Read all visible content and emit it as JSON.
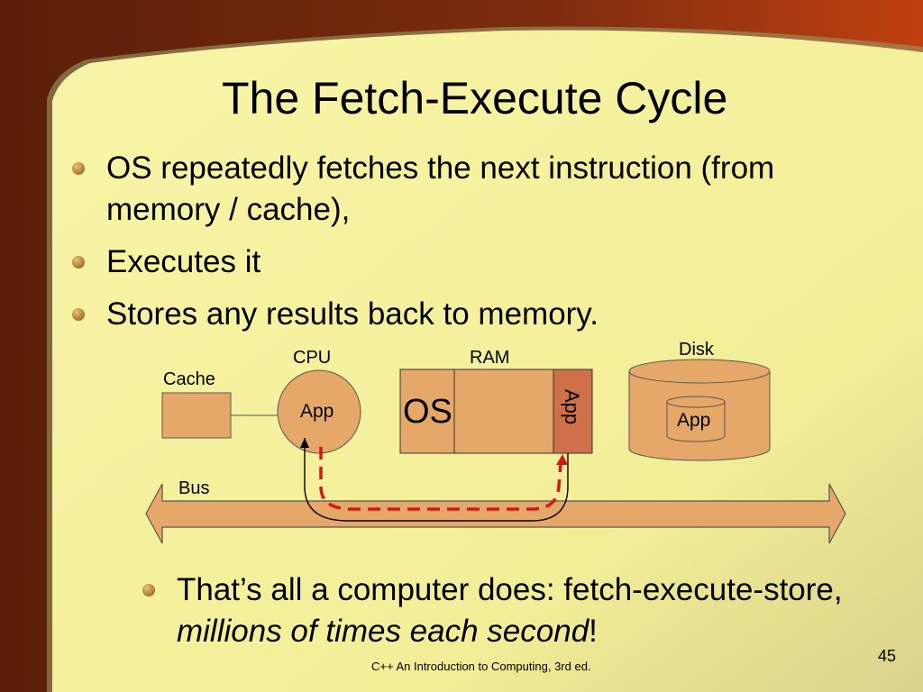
{
  "slide": {
    "title": "The Fetch-Execute Cycle",
    "bullets": [
      "OS repeatedly fetches the next instruction (from memory / cache),",
      "Executes it",
      "Stores any results back to memory."
    ],
    "bottom_bullet": {
      "text_start": "That’s all a computer does: fetch-execute-store, ",
      "text_italic": "millions of times each second",
      "text_end": "!"
    },
    "footer": "C++ An Introduction to Computing, 3rd ed.",
    "page_number": "45"
  },
  "diagram": {
    "cpu_label": "CPU",
    "cpu_content": "App",
    "cache_label": "Cache",
    "ram_label": "RAM",
    "ram_os": "OS",
    "ram_app": "App",
    "disk_label": "Disk",
    "disk_app": "App",
    "bus_label": "Bus"
  },
  "colors": {
    "slide_fill": "#f5f2a0",
    "frame": "#7a2a0c",
    "box_fill": "#e6a869",
    "app_block": "#d0704a",
    "arrow_dash": "#d01818"
  }
}
